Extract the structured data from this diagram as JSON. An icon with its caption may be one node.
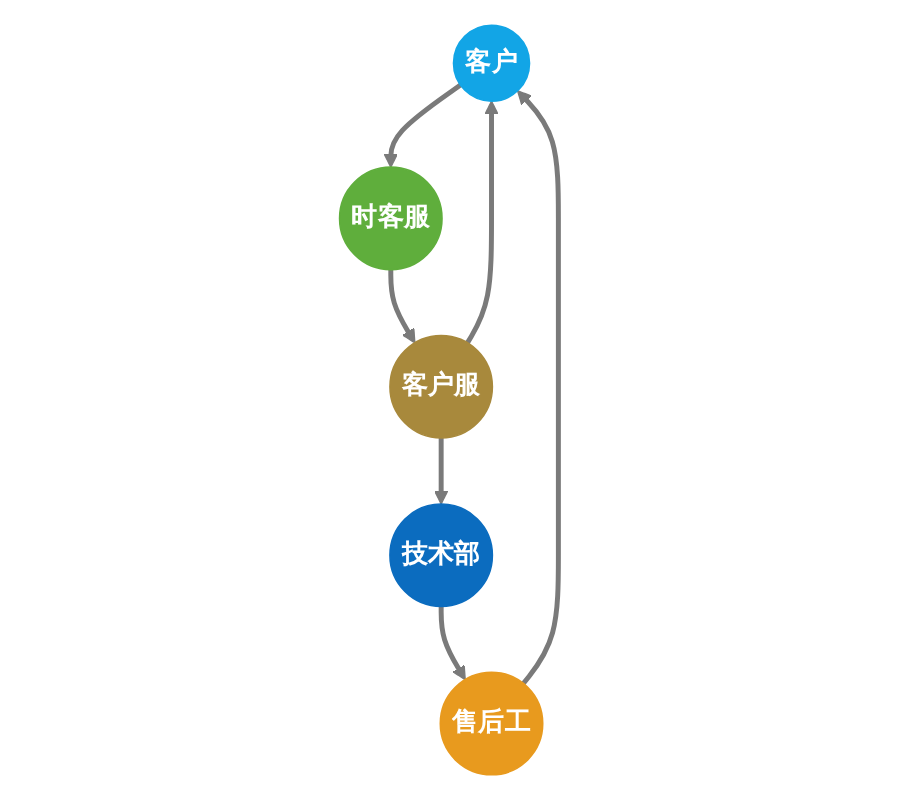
{
  "diagram": {
    "nodes": [
      {
        "text": [
          "客户"
        ]
      },
      {
        "text": [
          "时客服"
        ]
      },
      {
        "text": [
          "客户服"
        ]
      },
      {
        "text": [
          "售后工"
        ]
      },
      {
        "text": [
          "技术部"
        ]
      }
    ],
    "edges": [
      {
        "from": 0,
        "to": 1,
        "arrow": "to"
      },
      {
        "from": 1,
        "to": 2,
        "arrow": "to"
      },
      {
        "from": 2,
        "to": 0,
        "arrow": "to"
      },
      {
        "from": 3,
        "to": 0,
        "arrow": "to"
      },
      {
        "from": 2,
        "to": 4,
        "arrow": "to"
      },
      {
        "from": 4,
        "to": 3,
        "arrow": "to"
      }
    ]
  }
}
